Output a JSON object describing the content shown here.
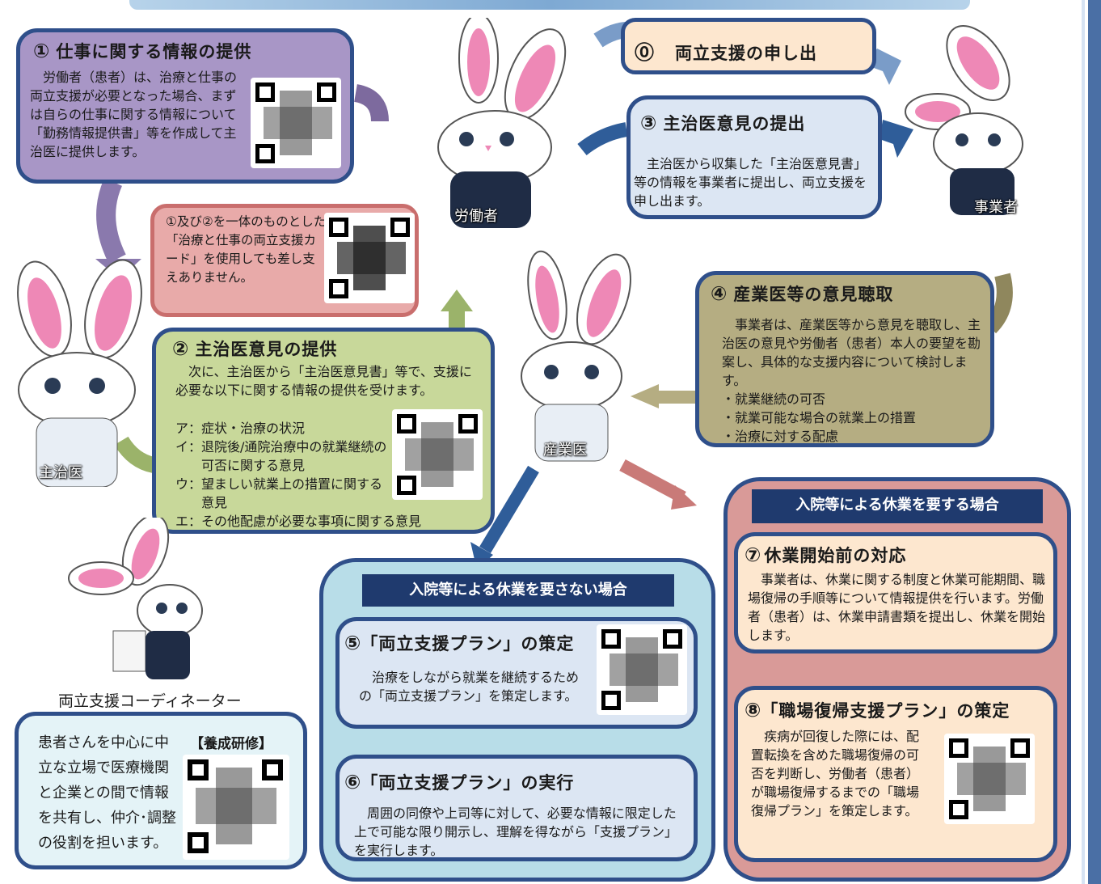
{
  "step1": {
    "number": "①",
    "title": "仕事に関する情報の提供",
    "body": "　労働者（患者）は、治療と仕事の両立支援が必要となった場合、まずは自らの仕事に関する情報について「勤務情報提供書」等を作成して主治医に提供します。"
  },
  "step0": {
    "number": "⓪",
    "title": "両立支援の申し出"
  },
  "step3": {
    "number": "③",
    "title": "主治医意見の提出",
    "body": "　主治医から収集した「主治医意見書」等の情報を事業者に提出し、両立支援を申し出ます。"
  },
  "card_note": {
    "body": "①及び②を一体のものとした「治療と仕事の両立支援カード」を使用しても差し支えありません。"
  },
  "step2": {
    "number": "②",
    "title": "主治医意見の提供",
    "body": "　次に、主治医から「主治医意見書」等で、支援に必要な以下に関する情報の提供を受けます。",
    "items": [
      {
        "mark": "ア：",
        "text": "症状・治療の状況"
      },
      {
        "mark": "イ：",
        "text": "退院後/通院治療中の就業継続の可否に関する意見"
      },
      {
        "mark": "ウ：",
        "text": "望ましい就業上の措置に関する意見"
      },
      {
        "mark": "エ：",
        "text": "その他配慮が必要な事項に関する意見"
      }
    ]
  },
  "step4": {
    "number": "④",
    "title": "産業医等の意見聴取",
    "body": "　事業者は、産業医等から意見を聴取し、主治医の意見や労働者（患者）本人の要望を勘案し、具体的な支援内容について検討します。",
    "bullets": [
      "・就業継続の可否",
      "・就業可能な場合の就業上の措置",
      "・治療に対する配慮"
    ]
  },
  "labels": {
    "worker": "労働者",
    "employer": "事業者",
    "doctor": "主治医",
    "occupational": "産業医",
    "coordinator": "両立支援コーディネーター"
  },
  "coordinator_box": {
    "body": "患者さんを中心に中立な立場で医療機関と企業との間で情報を共有し、仲介･調整の役割を担います。",
    "training": "【養成研修】"
  },
  "group_no_leave": {
    "header": "入院等による休業を要さない場合"
  },
  "step5": {
    "number": "⑤",
    "title": "「両立支援プラン」の策定",
    "body": "　治療をしながら就業を継続するための「両立支援プラン」を策定します。"
  },
  "step6": {
    "number": "⑥",
    "title": "「両立支援プラン」の実行",
    "body": "　周囲の同僚や上司等に対して、必要な情報に限定した上で可能な限り開示し、理解を得ながら「支援プラン」を実行します。"
  },
  "group_leave": {
    "header": "入院等による休業を要する場合"
  },
  "step7": {
    "number": "⑦",
    "title": "休業開始前の対応",
    "body": "　事業者は、休業に関する制度と休業可能期間、職場復帰の手順等について情報提供を行います。労働者（患者）は、休業申請書類を提出し、休業を開始します。"
  },
  "step8": {
    "number": "⑧",
    "title": "「職場復帰支援プラン」の策定",
    "body": "　疾病が回復した際には、配置転換を含めた職場復帰の可否を判断し、労働者（患者）が職場復帰するまでの「職場復帰プラン」を策定します。"
  },
  "colors": {
    "purple": "#a896c6",
    "cream": "#fde7cf",
    "lightblue": "#dce6f3",
    "pink": "#e8aaa9",
    "green": "#c8d89a",
    "khaki": "#b5ad82",
    "teal": "#b8dde8",
    "rose": "#d99a98",
    "navy": "#1f3a6e"
  }
}
